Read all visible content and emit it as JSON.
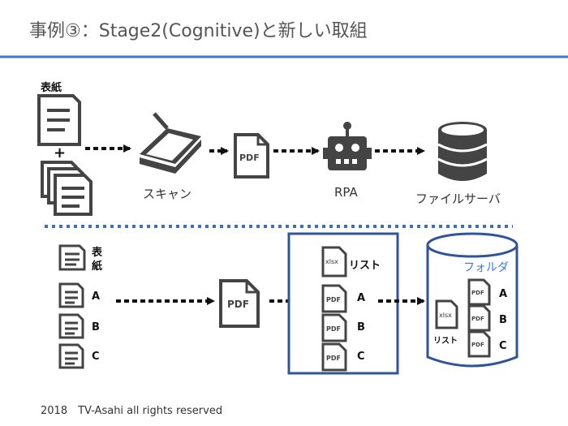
{
  "title": "事例③：Stage2(Cognitive)と新しい取組",
  "colors": {
    "accent": "#3a7bd5",
    "icon": "#444444",
    "box_border": "#2f5597"
  },
  "top_flow": {
    "cover_label": "表紙",
    "plus": "+",
    "scan_label": "スキャン",
    "pdf_badge": "PDF",
    "rpa_label": "RPA",
    "server_label": "ファイルサーバ"
  },
  "bottom_flow": {
    "cover_label_1": "表",
    "cover_label_2": "紙",
    "docs": [
      "A",
      "B",
      "C"
    ],
    "pdf_badge": "PDF",
    "box": {
      "xlsx": "xlsx",
      "list_label": "リスト",
      "pdf": "PDF",
      "items": [
        "A",
        "B",
        "C"
      ]
    },
    "folder": {
      "label": "フォルダ",
      "xlsx": "xlsx",
      "list_label": "リスト",
      "pdf": "PDF",
      "items": [
        "A",
        "B",
        "C"
      ]
    }
  },
  "footer": "2018　TV-Asahi all rights reserved"
}
